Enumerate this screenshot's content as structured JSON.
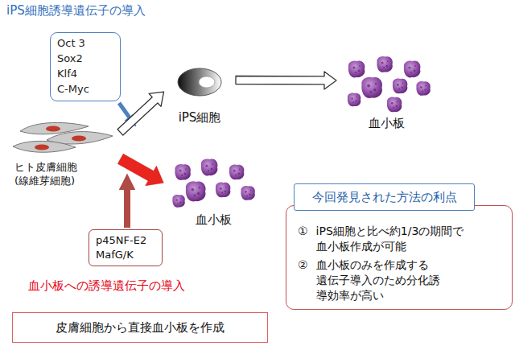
{
  "diagram": {
    "title": "iPS細胞誘導遺伝子の導入",
    "nodes": [
      {
        "text": [
          "Oct 3",
          "Sox2",
          "Klf4",
          "C-Myc"
        ]
      },
      {
        "text": [
          "iPS細胞"
        ]
      },
      {
        "text": [
          "血小板"
        ]
      },
      {
        "text": [
          "ヒト皮膚細胞 (線維芽細胞)"
        ]
      },
      {
        "text": [
          "血小板"
        ]
      },
      {
        "text": [
          "今回発見された方法の利点"
        ]
      },
      {
        "text": [
          "①",
          "iPS細胞と比べ約1/3の期間で 血小板作成が可能",
          "②",
          "血小板のみを作成する 遺伝子導入のため分化誘 導効率が高い"
        ]
      },
      {
        "text": [
          "p45NF-E2 MafG/K"
        ]
      },
      {
        "text": [
          "皮膚細胞から直接血小板を作成"
        ]
      }
    ],
    "edges": [
      {
        "from": 3,
        "to": 1,
        "arrow": "to"
      },
      {
        "from": 1,
        "to": 2,
        "arrow": "to"
      },
      {
        "from": 3,
        "to": 4,
        "arrow": "to"
      }
    ],
    "labels": [
      "血小板への誘導遺伝子の導入"
    ]
  }
}
